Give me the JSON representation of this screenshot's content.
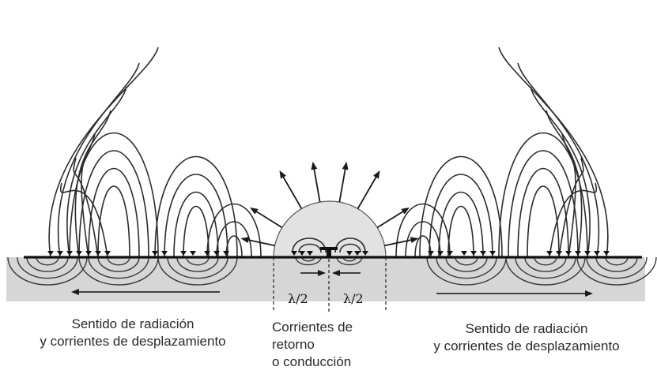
{
  "labels": {
    "half_wavelength_left": "λ/2",
    "half_wavelength_right": "λ/2",
    "left_caption": [
      "Sentido de  radiación",
      "y corrientes de desplazamiento"
    ],
    "center_caption": [
      "Corrientes de",
      "retorno",
      "o conducción"
    ],
    "right_caption": [
      "Sentido de  radiación",
      "y corrientes de desplazamiento"
    ]
  },
  "colors": {
    "ground_fill": "#d6d6d6",
    "dome_fill": "#e2e2e2",
    "line": "#2b2b2b",
    "text": "#2a2a2a"
  }
}
